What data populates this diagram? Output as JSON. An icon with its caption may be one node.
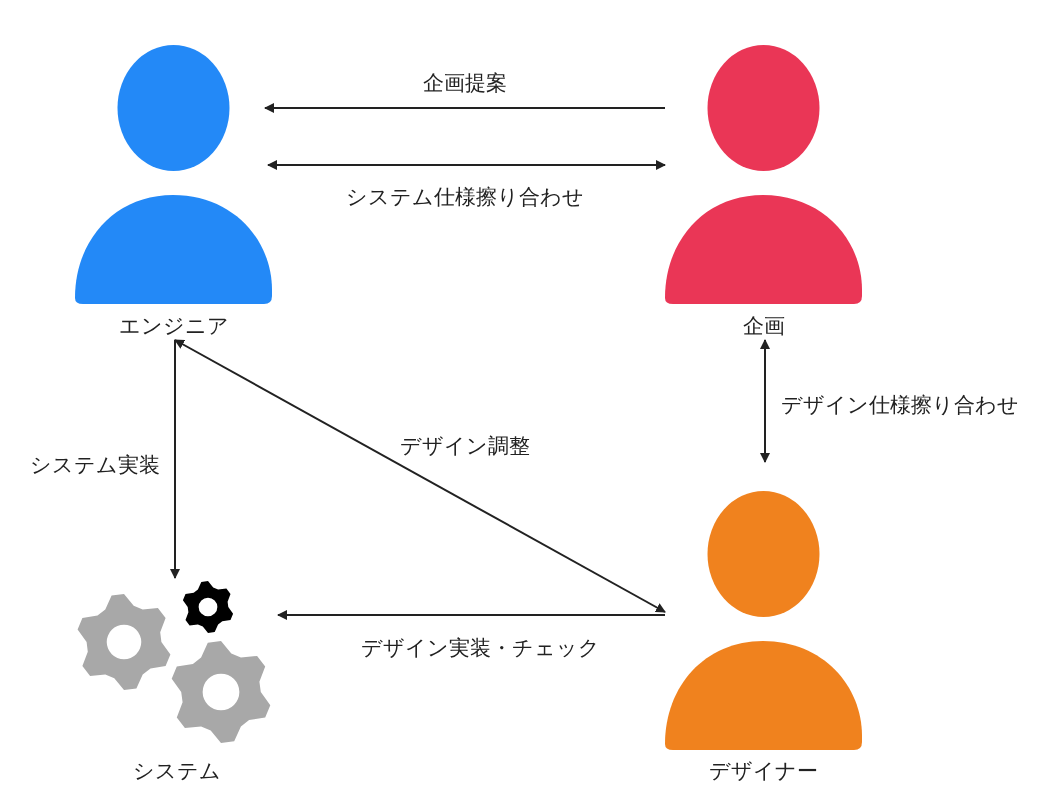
{
  "diagram": {
    "nodes": [
      {
        "text": [
          "エンジニア"
        ]
      },
      {
        "text": [
          "企画"
        ]
      },
      {
        "text": [
          "システム"
        ]
      },
      {
        "text": [
          "デザイナー"
        ]
      }
    ],
    "edges": [
      {
        "from": 1,
        "to": 0,
        "arrow": "to",
        "label": "企画提案"
      },
      {
        "from": 0,
        "to": 1,
        "arrow": "both",
        "label": "システム仕様擦り合わせ"
      },
      {
        "from": 1,
        "to": 3,
        "arrow": "both",
        "label": "デザイン仕様擦り合わせ"
      },
      {
        "from": 0,
        "to": 3,
        "arrow": "both",
        "label": "デザイン調整"
      },
      {
        "from": 0,
        "to": 2,
        "arrow": "to",
        "label": "システム実装"
      },
      {
        "from": 3,
        "to": 2,
        "arrow": "to",
        "label": "デザイン実装・チェック"
      }
    ]
  }
}
